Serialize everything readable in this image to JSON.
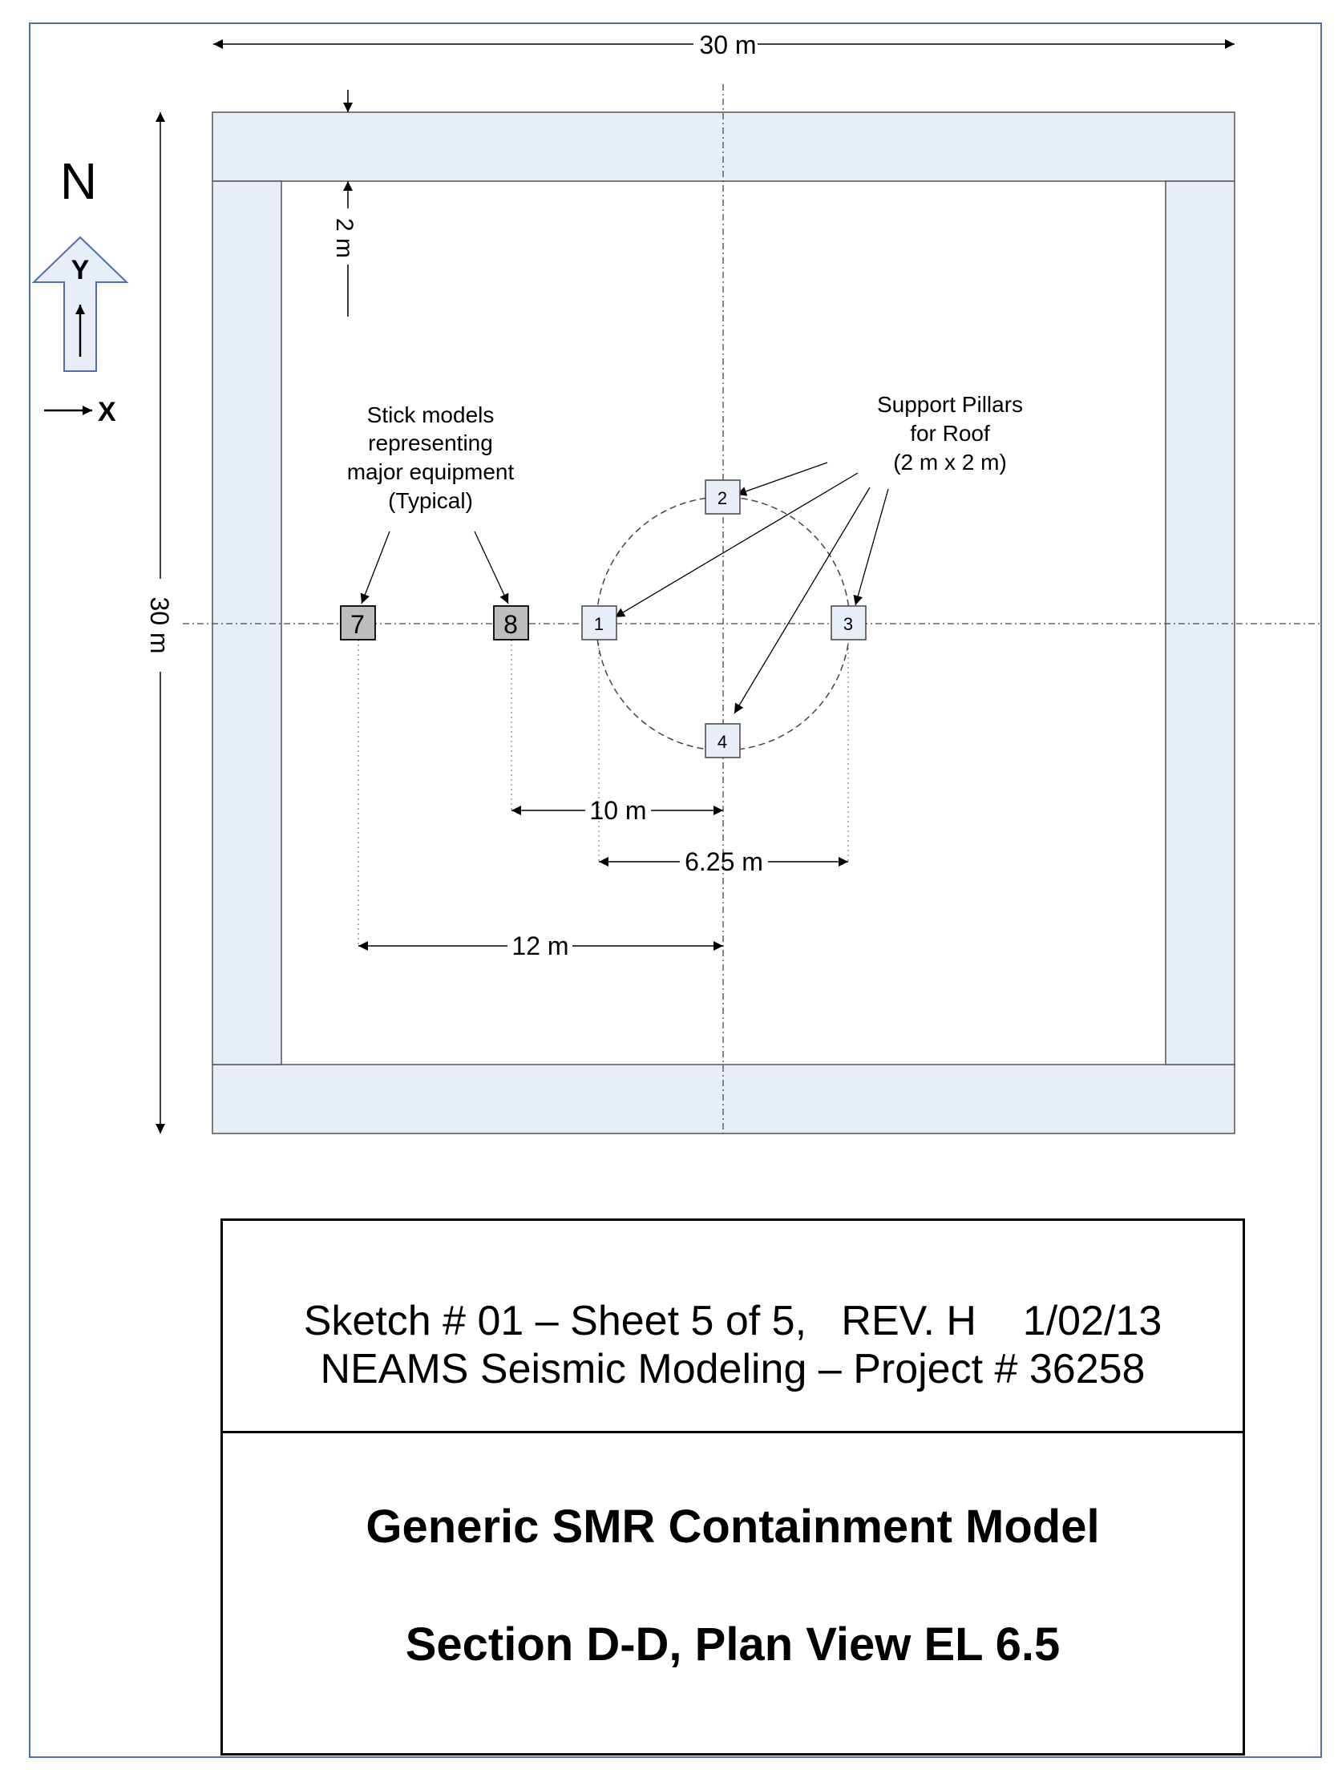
{
  "drawing": {
    "overall_width": "30 m",
    "overall_length": "30 m",
    "wall_thickness": "2 m",
    "north_label": "N",
    "axis_y_label": "Y",
    "axis_x_label": "X",
    "note_equipment": [
      "Stick models",
      "representing",
      "major equipment",
      "(Typical)"
    ],
    "note_pillars": [
      "Support Pillars",
      "for Roof",
      "(2 m x 2 m)"
    ],
    "pillars": [
      {
        "id": "1",
        "label": "1"
      },
      {
        "id": "2",
        "label": "2"
      },
      {
        "id": "3",
        "label": "3"
      },
      {
        "id": "4",
        "label": "4"
      }
    ],
    "equipment": [
      {
        "id": "7",
        "label": "7"
      },
      {
        "id": "8",
        "label": "8"
      }
    ],
    "dim_10": "10 m",
    "dim_625": "6.25 m",
    "dim_12": "12 m",
    "colors": {
      "wall_fill": "#e8eef8",
      "pillar_fill": "#e8eef8",
      "equipment_fill": "#bdbdbd",
      "border": "#4f6faf"
    }
  },
  "title_block": {
    "line1": "Sketch # 01 – Sheet 5 of 5,   REV. H    1/02/13",
    "line2": "NEAMS Seismic Modeling – Project # 36258",
    "title1": "Generic SMR Containment Model",
    "title2": "Section D-D, Plan View EL 6.5"
  }
}
